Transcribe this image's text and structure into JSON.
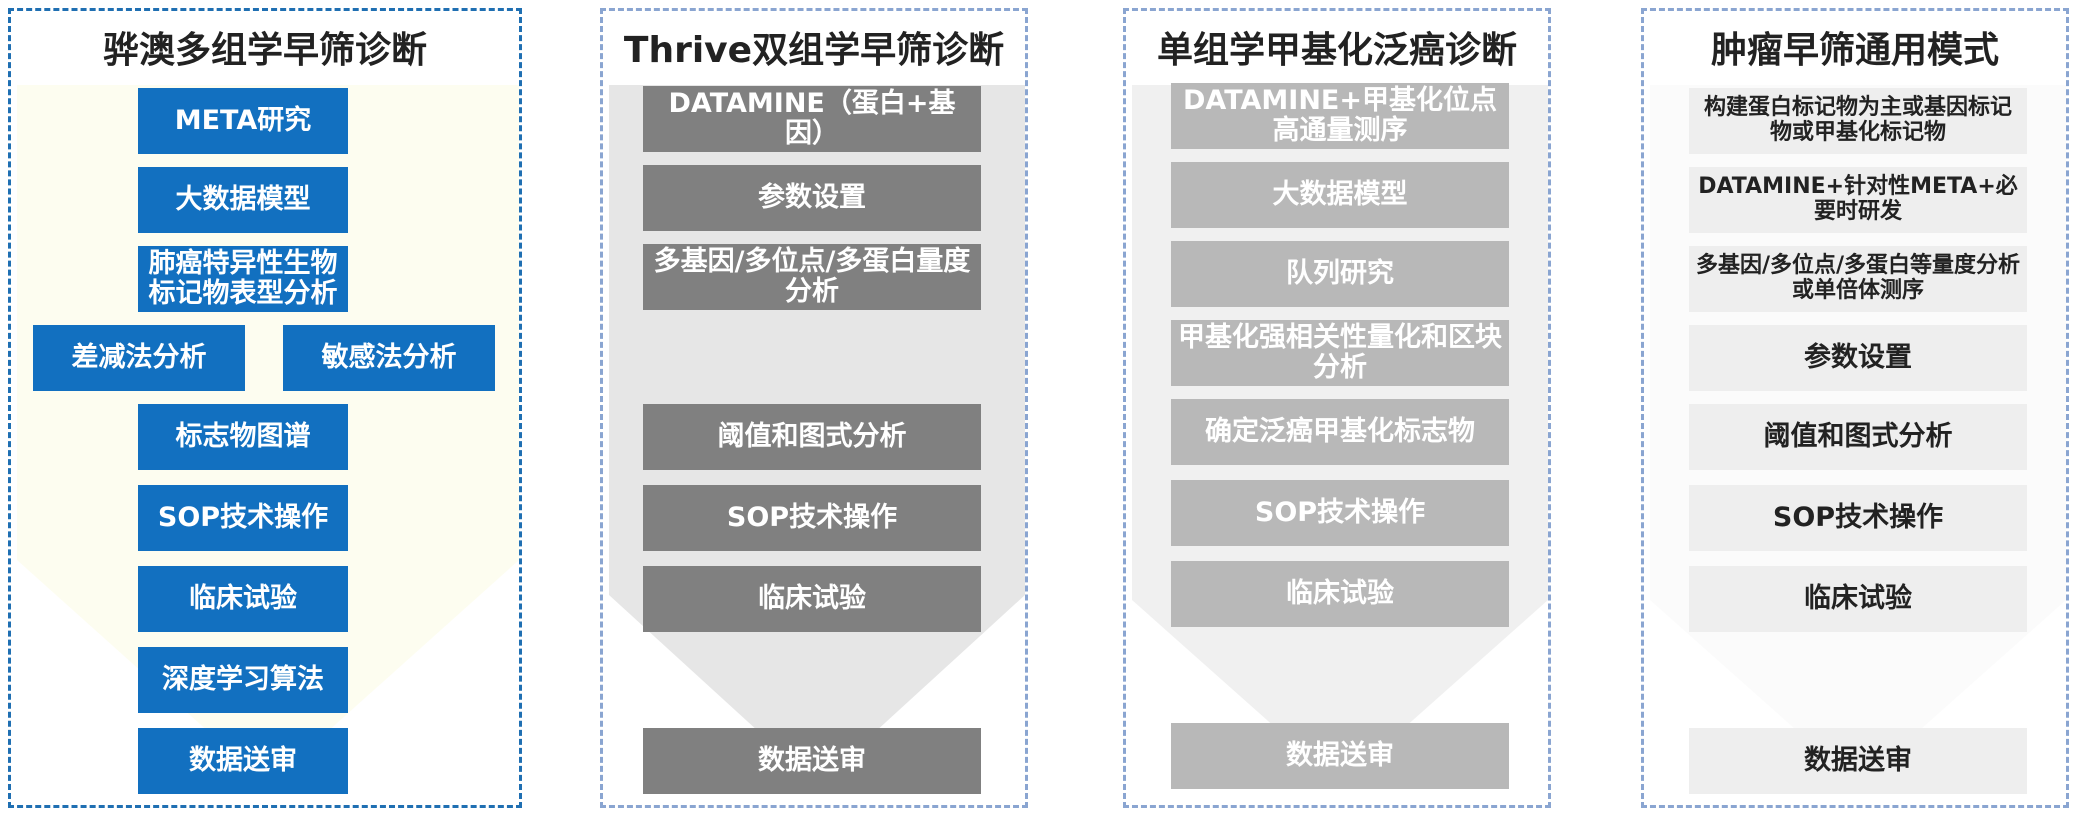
{
  "panels": [
    {
      "title": "骅澳多组学早筛诊断",
      "steps": [
        "META研究",
        "大数据模型",
        "肺癌特异性生物标记物表型分析",
        "差减法分析",
        "敏感法分析",
        "标志物图谱",
        "SOP技术操作",
        "临床试验",
        "深度学习算法",
        "数据送审"
      ]
    },
    {
      "title": "Thrive双组学早筛诊断",
      "steps": [
        "DATAMINE（蛋白+基因）",
        "参数设置",
        "多基因/多位点/多蛋白量度分析",
        "阈值和图式分析",
        "SOP技术操作",
        "临床试验",
        "数据送审"
      ]
    },
    {
      "title": "单组学甲基化泛癌诊断",
      "steps": [
        "DATAMINE+甲基化位点高通量测序",
        "大数据模型",
        "队列研究",
        "甲基化强相关性量化和区块分析",
        "确定泛癌甲基化标志物",
        "SOP技术操作",
        "临床试验",
        "数据送审"
      ]
    },
    {
      "title": "肿瘤早筛通用模式",
      "steps": [
        "构建蛋白标记物为主或基因标记物或甲基化标记物",
        "DATAMINE+针对性META+必要时研发",
        "多基因/多位点/多蛋白等量度分析或单倍体测序",
        "参数设置",
        "阈值和图式分析",
        "SOP技术操作",
        "临床试验",
        "数据送审"
      ]
    }
  ],
  "colors": {
    "blue_box": "#1270c0",
    "dark_gray_box": "#808080",
    "light_gray_box": "#b8b8b8",
    "very_light_gray_box": "#eeeeee",
    "border_blue": "#1f6fb2",
    "border_light": "#8aa5d1"
  }
}
